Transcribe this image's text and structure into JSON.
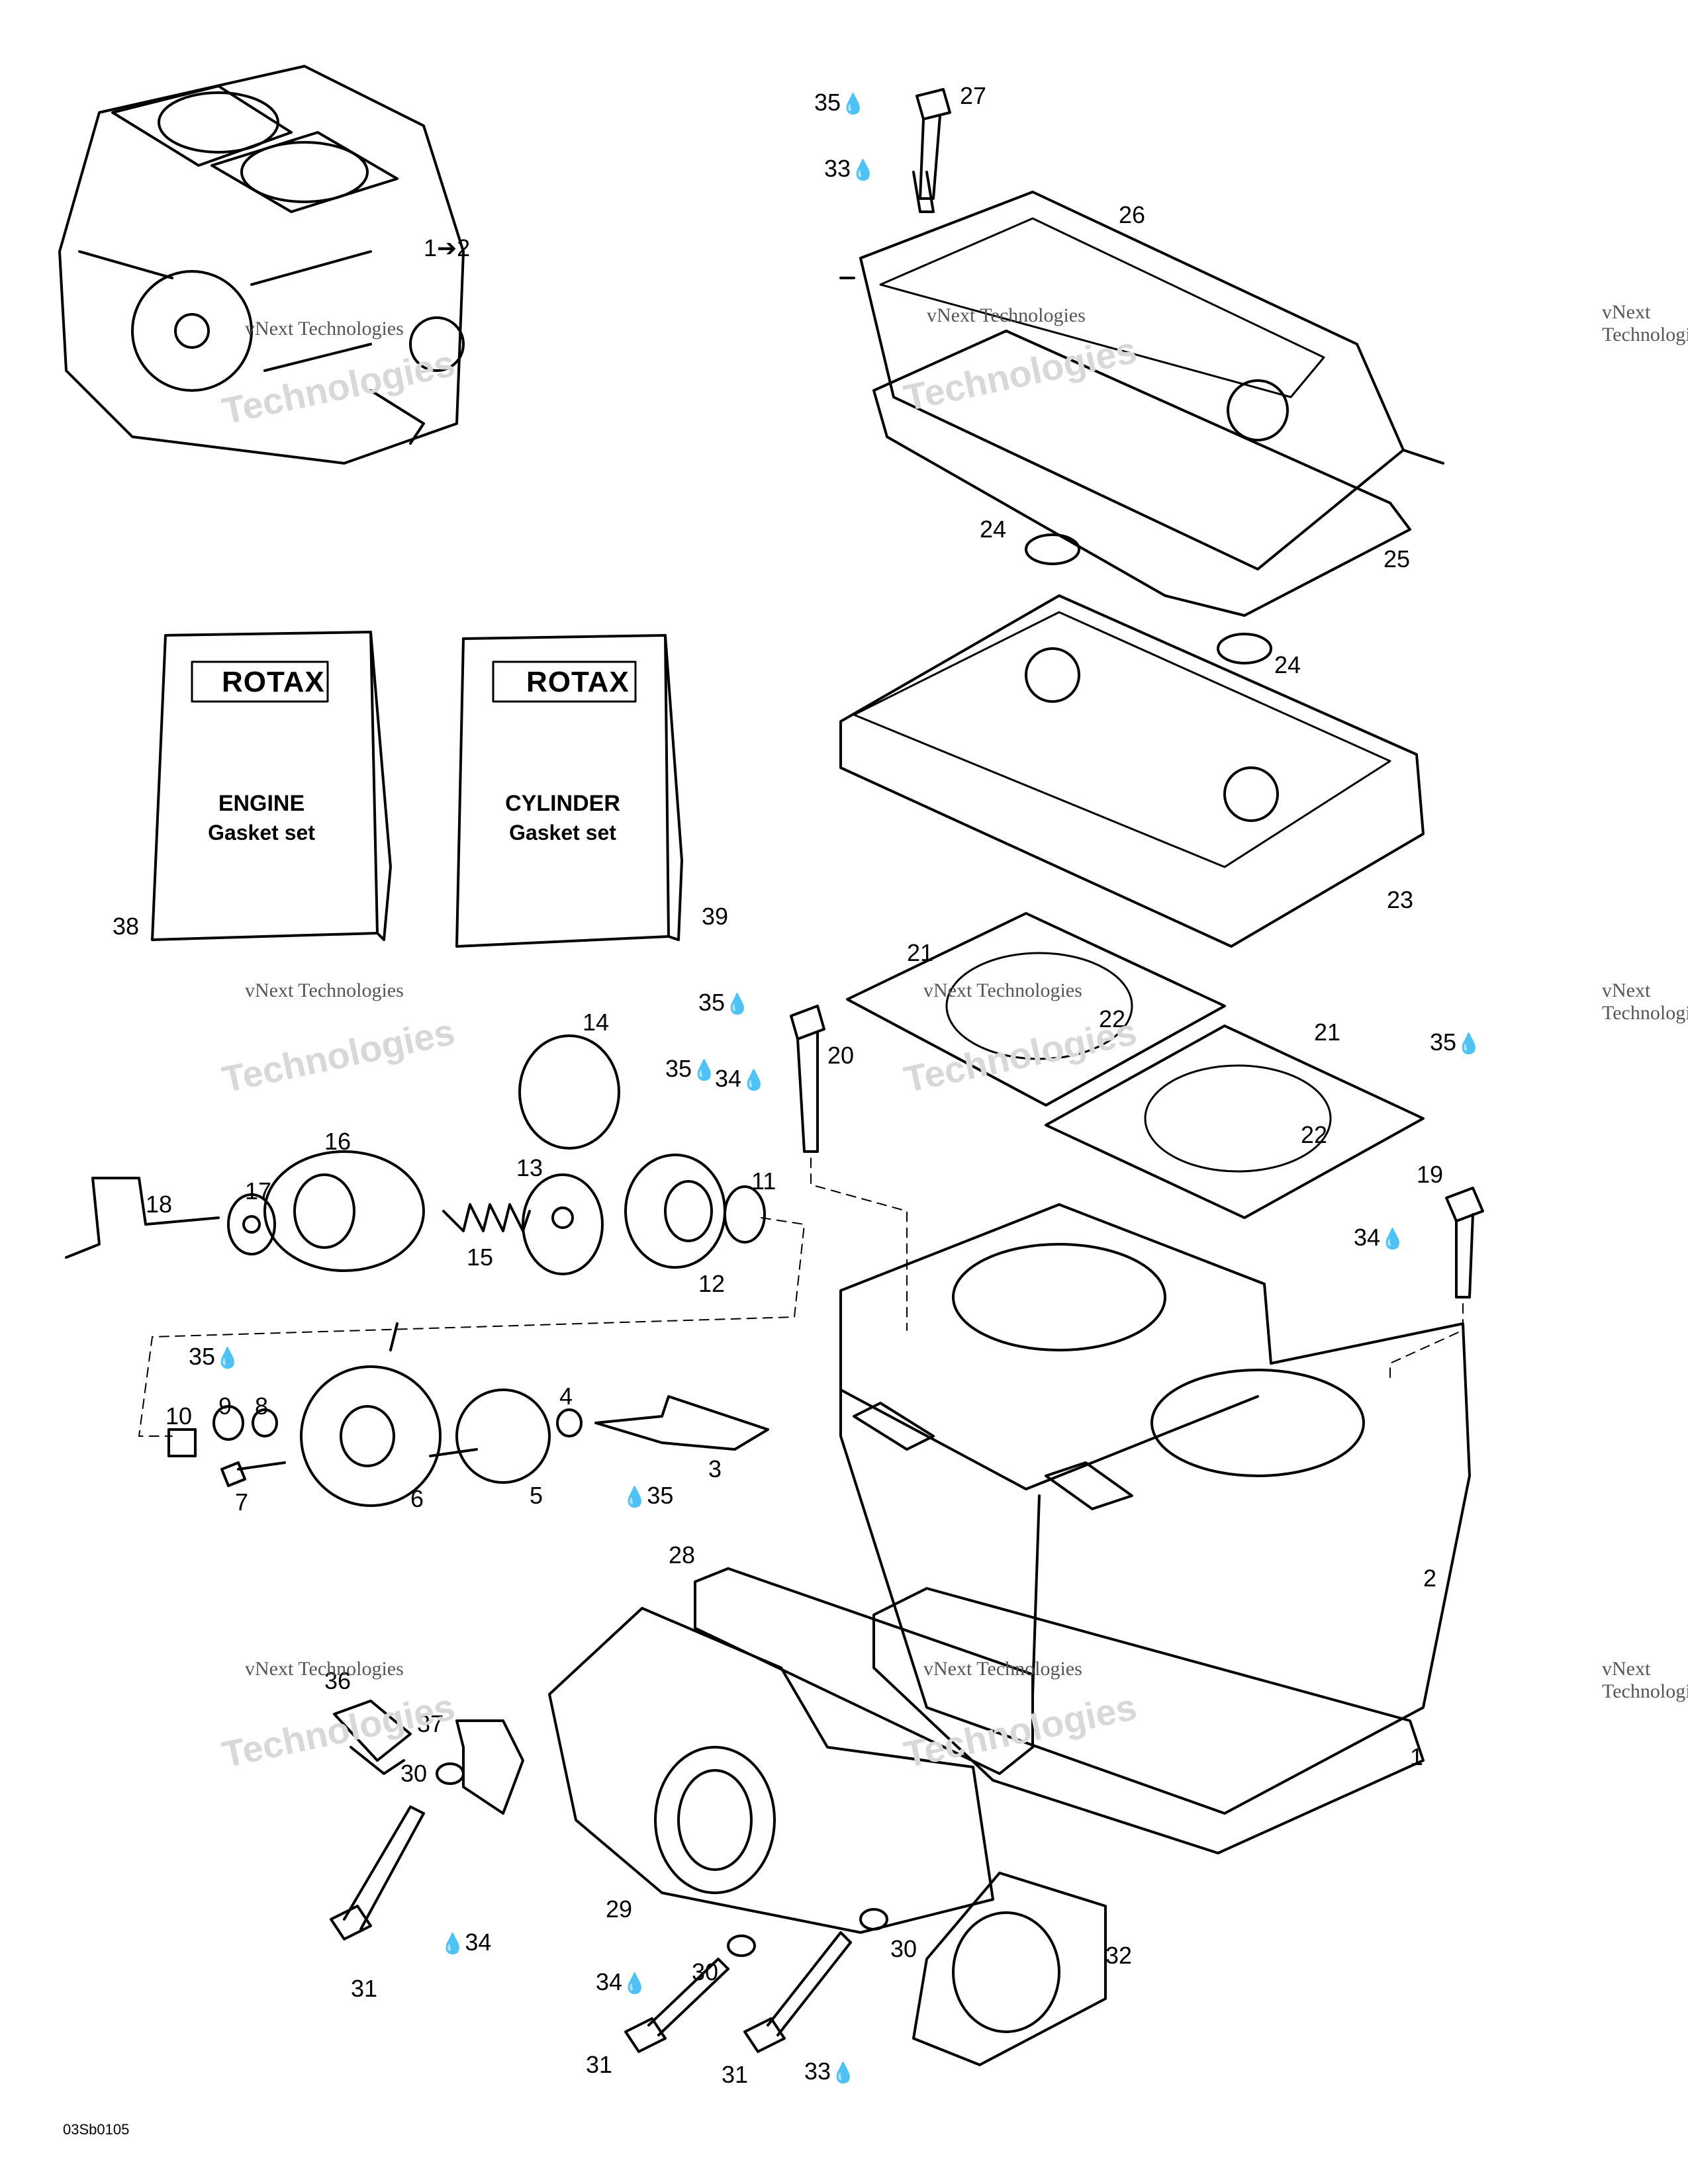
{
  "callouts": {
    "c1to2": "1➔2",
    "c1": "1",
    "c2": "2",
    "c3": "3",
    "c4": "4",
    "c5": "5",
    "c6": "6",
    "c7": "7",
    "c8": "8",
    "c9": "9",
    "c10": "10",
    "c11": "11",
    "c12": "12",
    "c13": "13",
    "c14": "14",
    "c15": "15",
    "c16": "16",
    "c17": "17",
    "c18": "18",
    "c19": "19",
    "c20": "20",
    "c21a": "21",
    "c21b": "21",
    "c22a": "22",
    "c22b": "22",
    "c23": "23",
    "c24a": "24",
    "c24b": "24",
    "c25": "25",
    "c26": "26",
    "c27": "27",
    "c28": "28",
    "c29": "29",
    "c30a": "30",
    "c30b": "30",
    "c30c": "30",
    "c31a": "31",
    "c31b": "31",
    "c31c": "31",
    "c32": "32",
    "c33a": "33",
    "c33b": "33",
    "c34a": "34",
    "c34b": "34",
    "c34c": "34",
    "c34d": "34",
    "c35a": "35",
    "c35b": "35",
    "c35c": "35",
    "c35d": "35",
    "c35e": "35",
    "c35f": "35",
    "c36": "36",
    "c37": "37",
    "c38": "38",
    "c39": "39"
  },
  "drop_symbol": "💧",
  "boxes": {
    "engine": {
      "brand": "ROTAX",
      "title": "ENGINE",
      "subtitle": "Gasket set"
    },
    "cylinder": {
      "brand": "ROTAX",
      "title": "CYLINDER",
      "subtitle": "Gasket set"
    }
  },
  "watermark": {
    "small": "vNext Technologies",
    "big": "Technologies"
  },
  "diagram_code": "03Sb0105",
  "colors": {
    "ink": "#000000",
    "watermark": "#d8d8d8"
  }
}
